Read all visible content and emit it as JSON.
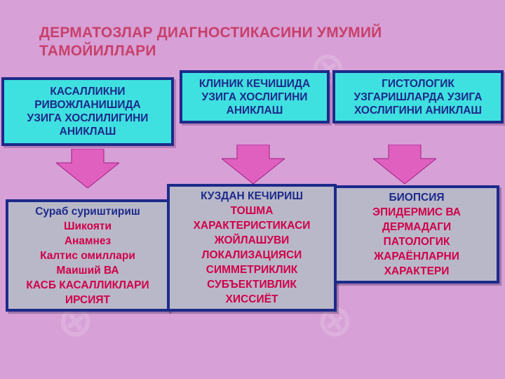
{
  "title_line1": "ДЕРМАТОЗЛАР ДИАГНОСТИКАСИНИ УМУМИЙ",
  "title_line2": "ТАМОЙИЛЛАРИ",
  "colors": {
    "background": "#d7a0d7",
    "title": "#c8406a",
    "top_box_fill": "#3fe0e0",
    "box_border": "#1d2a8a",
    "bottom_box_fill": "#b9b8c9",
    "item_text": "#d0004a",
    "arrow_fill": "#e060c0"
  },
  "top_boxes": [
    {
      "lines": [
        "КАСАЛЛИКНИ",
        "РИВОЖЛАНИШИДА",
        "УЗИГА ХОСЛИЛИГИНИ",
        "АНИКЛАШ"
      ]
    },
    {
      "lines": [
        "КЛИНИК КЕЧИШИДА",
        "УЗИГА ХОСЛИГИНИ",
        "АНИКЛАШ"
      ]
    },
    {
      "lines": [
        "ГИСТОЛОГИК",
        "УЗГАРИШЛАРДА УЗИГА",
        "ХОСЛИГИНИ АНИКЛАШ"
      ]
    }
  ],
  "bottom_boxes": [
    {
      "lines": [
        "Сураб суриштириш",
        "Шикояти",
        "Анамнез",
        "Калтис омиллари",
        "Маиший ВА",
        "КАСБ КАСАЛЛИКЛАРИ",
        "ИРСИЯТ"
      ]
    },
    {
      "lines": [
        "КУЗДАН КЕЧИРИШ",
        "ТОШМА",
        "ХАРАКТЕРИСТИКАСИ",
        "ЖОЙЛАШУВИ",
        "ЛОКАЛИЗАЦИЯСИ",
        "СИММЕТРИКЛИК",
        "СУБЪЕКТИВЛИК",
        "ХИССИЁТ"
      ]
    },
    {
      "lines": [
        "БИОПСИЯ",
        "ЭПИДЕРМИС ВА",
        "ДЕРМАДАГИ",
        "ПАТОЛОГИК",
        "ЖАРАЁНЛАРНИ",
        "ХАРАКТЕРИ"
      ]
    }
  ],
  "arrow_icon": "down-arrow-icon"
}
